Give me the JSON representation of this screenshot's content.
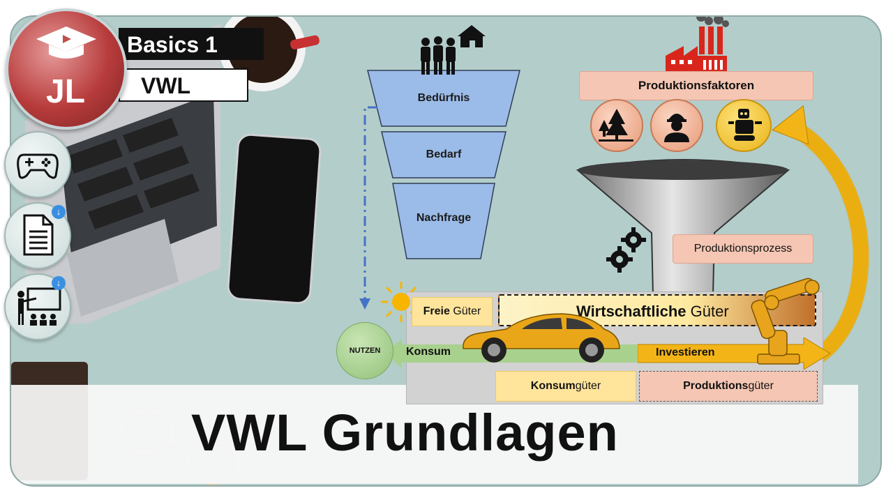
{
  "badge": {
    "initials": "JL",
    "series": "Basics 1",
    "subject": "VWL"
  },
  "sidebar": {
    "items": [
      {
        "icon": "gamepad-icon"
      },
      {
        "icon": "document-download-icon"
      },
      {
        "icon": "presentation-download-icon"
      }
    ]
  },
  "funnel": {
    "stages": [
      "Bedürfnis",
      "Bedarf",
      "Nachfrage"
    ]
  },
  "production": {
    "factors_label": "Produktionsfaktoren",
    "process_label": "Produktionsprozess",
    "factor_icons": [
      "nature-icon",
      "worker-icon",
      "robot-icon"
    ]
  },
  "goods": {
    "free_goods": [
      "Freie",
      " Güter"
    ],
    "economic_goods": [
      "Wirtschaftliche",
      " Güter"
    ],
    "consumption": "Konsum",
    "investment": "Investieren",
    "consumer_goods": [
      "Konsum",
      "güter"
    ],
    "production_goods": [
      "Produktions",
      "güter"
    ],
    "utility": "NUTZEN"
  },
  "title": "VWL Grundlagen",
  "colors": {
    "background": "#b3cdca",
    "funnel_blue": "#9bbbe8",
    "salmon": "#f4c6b3",
    "yellow": "#ffe49c",
    "green": "#a9d18e",
    "gold": "#f2b417"
  }
}
